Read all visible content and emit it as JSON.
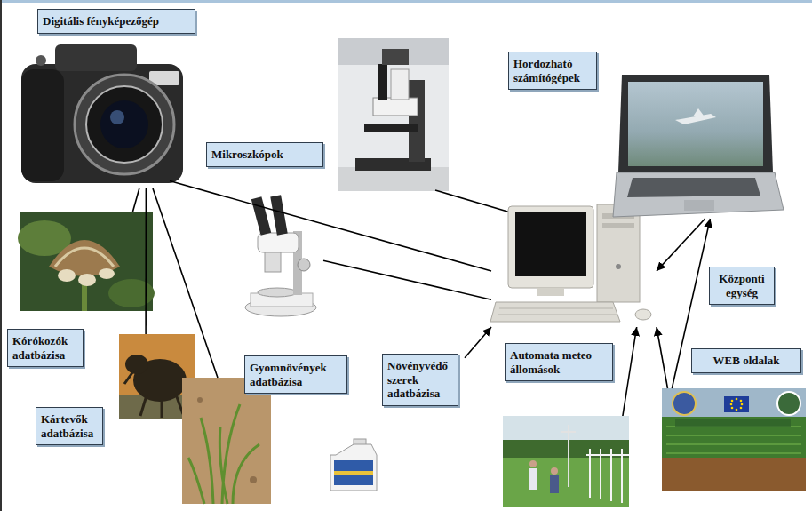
{
  "diagram": {
    "nodes": [
      {
        "text": [
          "Digitális fényképezőgép"
        ]
      },
      {
        "text": [
          "Hordozható számítógépek"
        ]
      },
      {
        "text": [
          "Mikroszkópok"
        ]
      },
      {
        "text": [
          "Központi egység"
        ]
      },
      {
        "text": [
          "Kórókozók adatbázisa"
        ]
      },
      {
        "text": [
          "Kártevők adatbázisa"
        ]
      },
      {
        "text": [
          "Gyomnövények adatbázisa"
        ]
      },
      {
        "text": [
          "Növényvédő szerek adatbázisa"
        ]
      },
      {
        "text": [
          "Automata meteo állomások"
        ]
      },
      {
        "text": [
          "WEB oldalak"
        ]
      }
    ],
    "edges": [
      {
        "from": 0,
        "to": 3,
        "arrow": "none"
      },
      {
        "from": 2,
        "to": 3,
        "arrow": "none"
      },
      {
        "from": 0,
        "to": 4,
        "arrow": "none"
      },
      {
        "from": 0,
        "to": 5,
        "arrow": "none"
      },
      {
        "from": 0,
        "to": 6,
        "arrow": "none"
      },
      {
        "from": 1,
        "to": 3,
        "arrow": "to"
      },
      {
        "from": 7,
        "to": 3,
        "arrow": "to"
      },
      {
        "from": 8,
        "to": 3,
        "arrow": "to"
      },
      {
        "from": 9,
        "to": 3,
        "arrow": "to"
      },
      {
        "from": 9,
        "to": 1,
        "arrow": "to"
      }
    ]
  }
}
